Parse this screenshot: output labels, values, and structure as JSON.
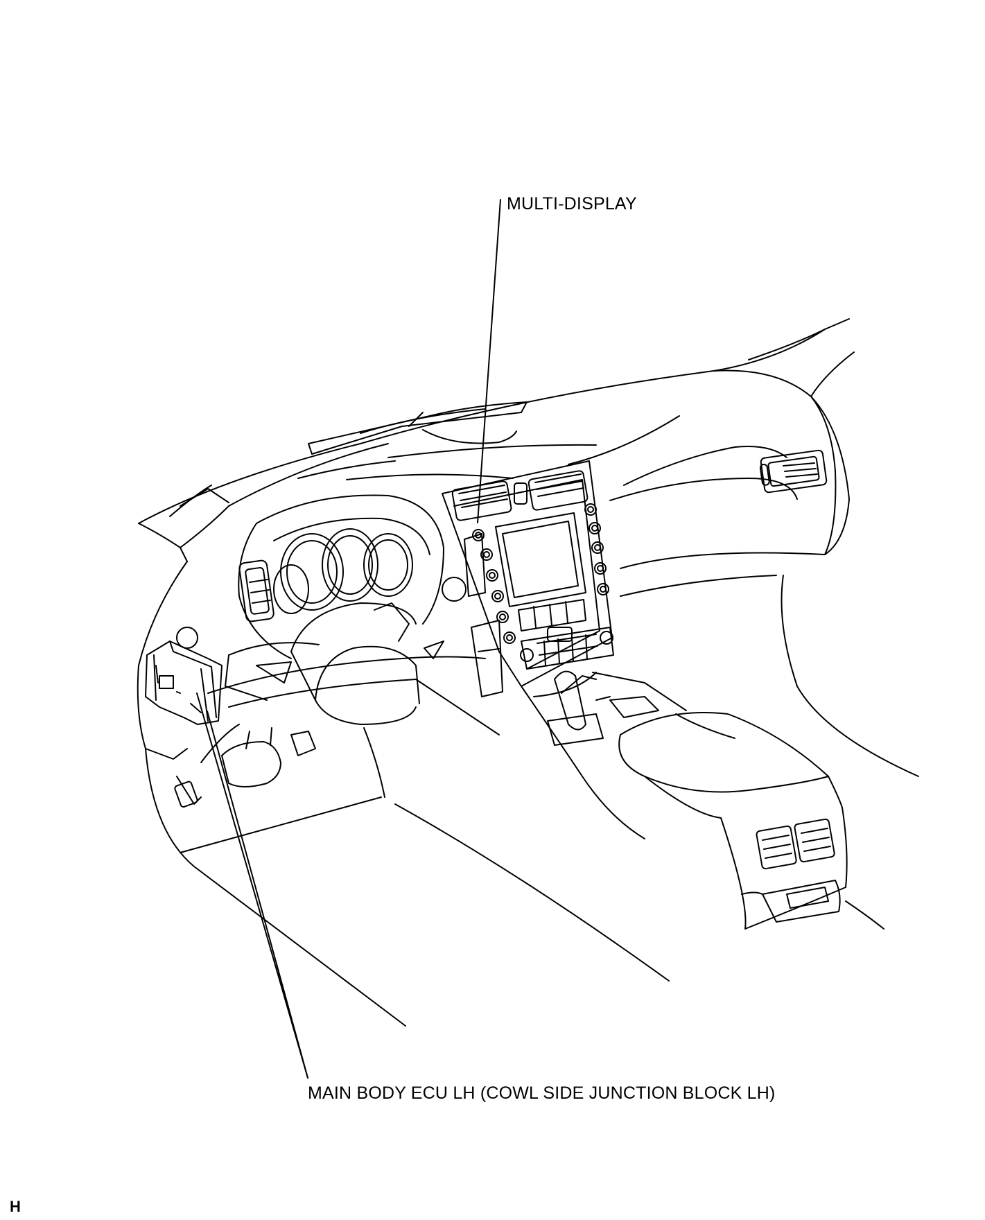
{
  "labels": {
    "multi_display": "MULTI-DISPLAY",
    "main_body_ecu": "MAIN BODY ECU LH (COWL SIDE JUNCTION BLOCK LH)",
    "corner_mark": "H"
  }
}
